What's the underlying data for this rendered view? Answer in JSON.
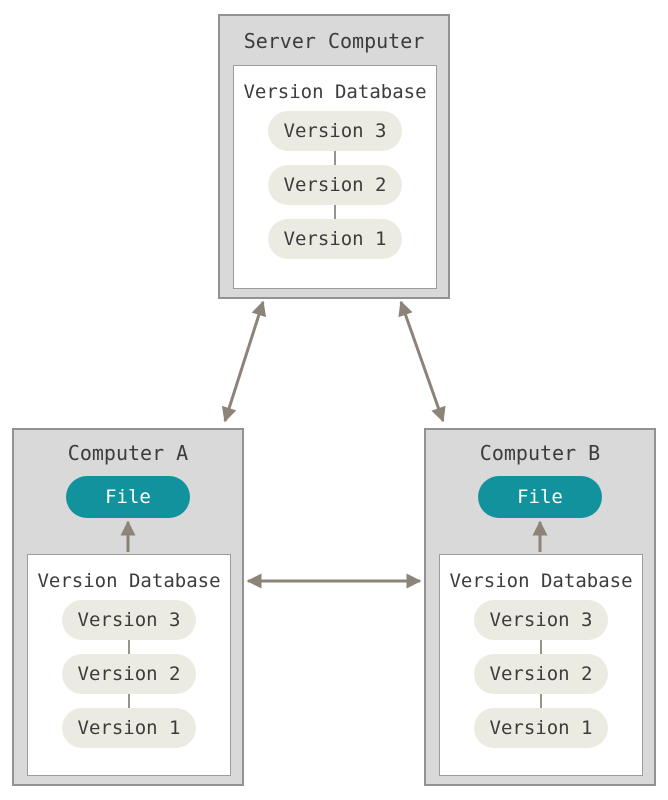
{
  "colors": {
    "background": "#ffffff",
    "box_fill": "#d9d9d9",
    "box_border": "#929292",
    "inner_fill": "#ffffff",
    "inner_border": "#9c9c9c",
    "pill_fill": "#ecebe2",
    "file_fill": "#12929c",
    "file_text": "#ffffff",
    "text": "#3c3c3c",
    "arrow": "#8c8379",
    "connector": "#98948c"
  },
  "server": {
    "title": "Server Computer",
    "database": {
      "label": "Version Database",
      "versions": [
        "Version 3",
        "Version 2",
        "Version 1"
      ]
    }
  },
  "computer_a": {
    "title": "Computer A",
    "file_label": "File",
    "database": {
      "label": "Version Database",
      "versions": [
        "Version 3",
        "Version 2",
        "Version 1"
      ]
    }
  },
  "computer_b": {
    "title": "Computer B",
    "file_label": "File",
    "database": {
      "label": "Version Database",
      "versions": [
        "Version 3",
        "Version 2",
        "Version 1"
      ]
    }
  },
  "edges": [
    {
      "from": "server",
      "to": "computer_a",
      "bidirectional": true
    },
    {
      "from": "server",
      "to": "computer_b",
      "bidirectional": true
    },
    {
      "from": "computer_a",
      "to": "computer_b",
      "bidirectional": true
    },
    {
      "from": "computer_a_database",
      "to": "computer_a_file",
      "bidirectional": false
    },
    {
      "from": "computer_b_database",
      "to": "computer_b_file",
      "bidirectional": false
    }
  ]
}
